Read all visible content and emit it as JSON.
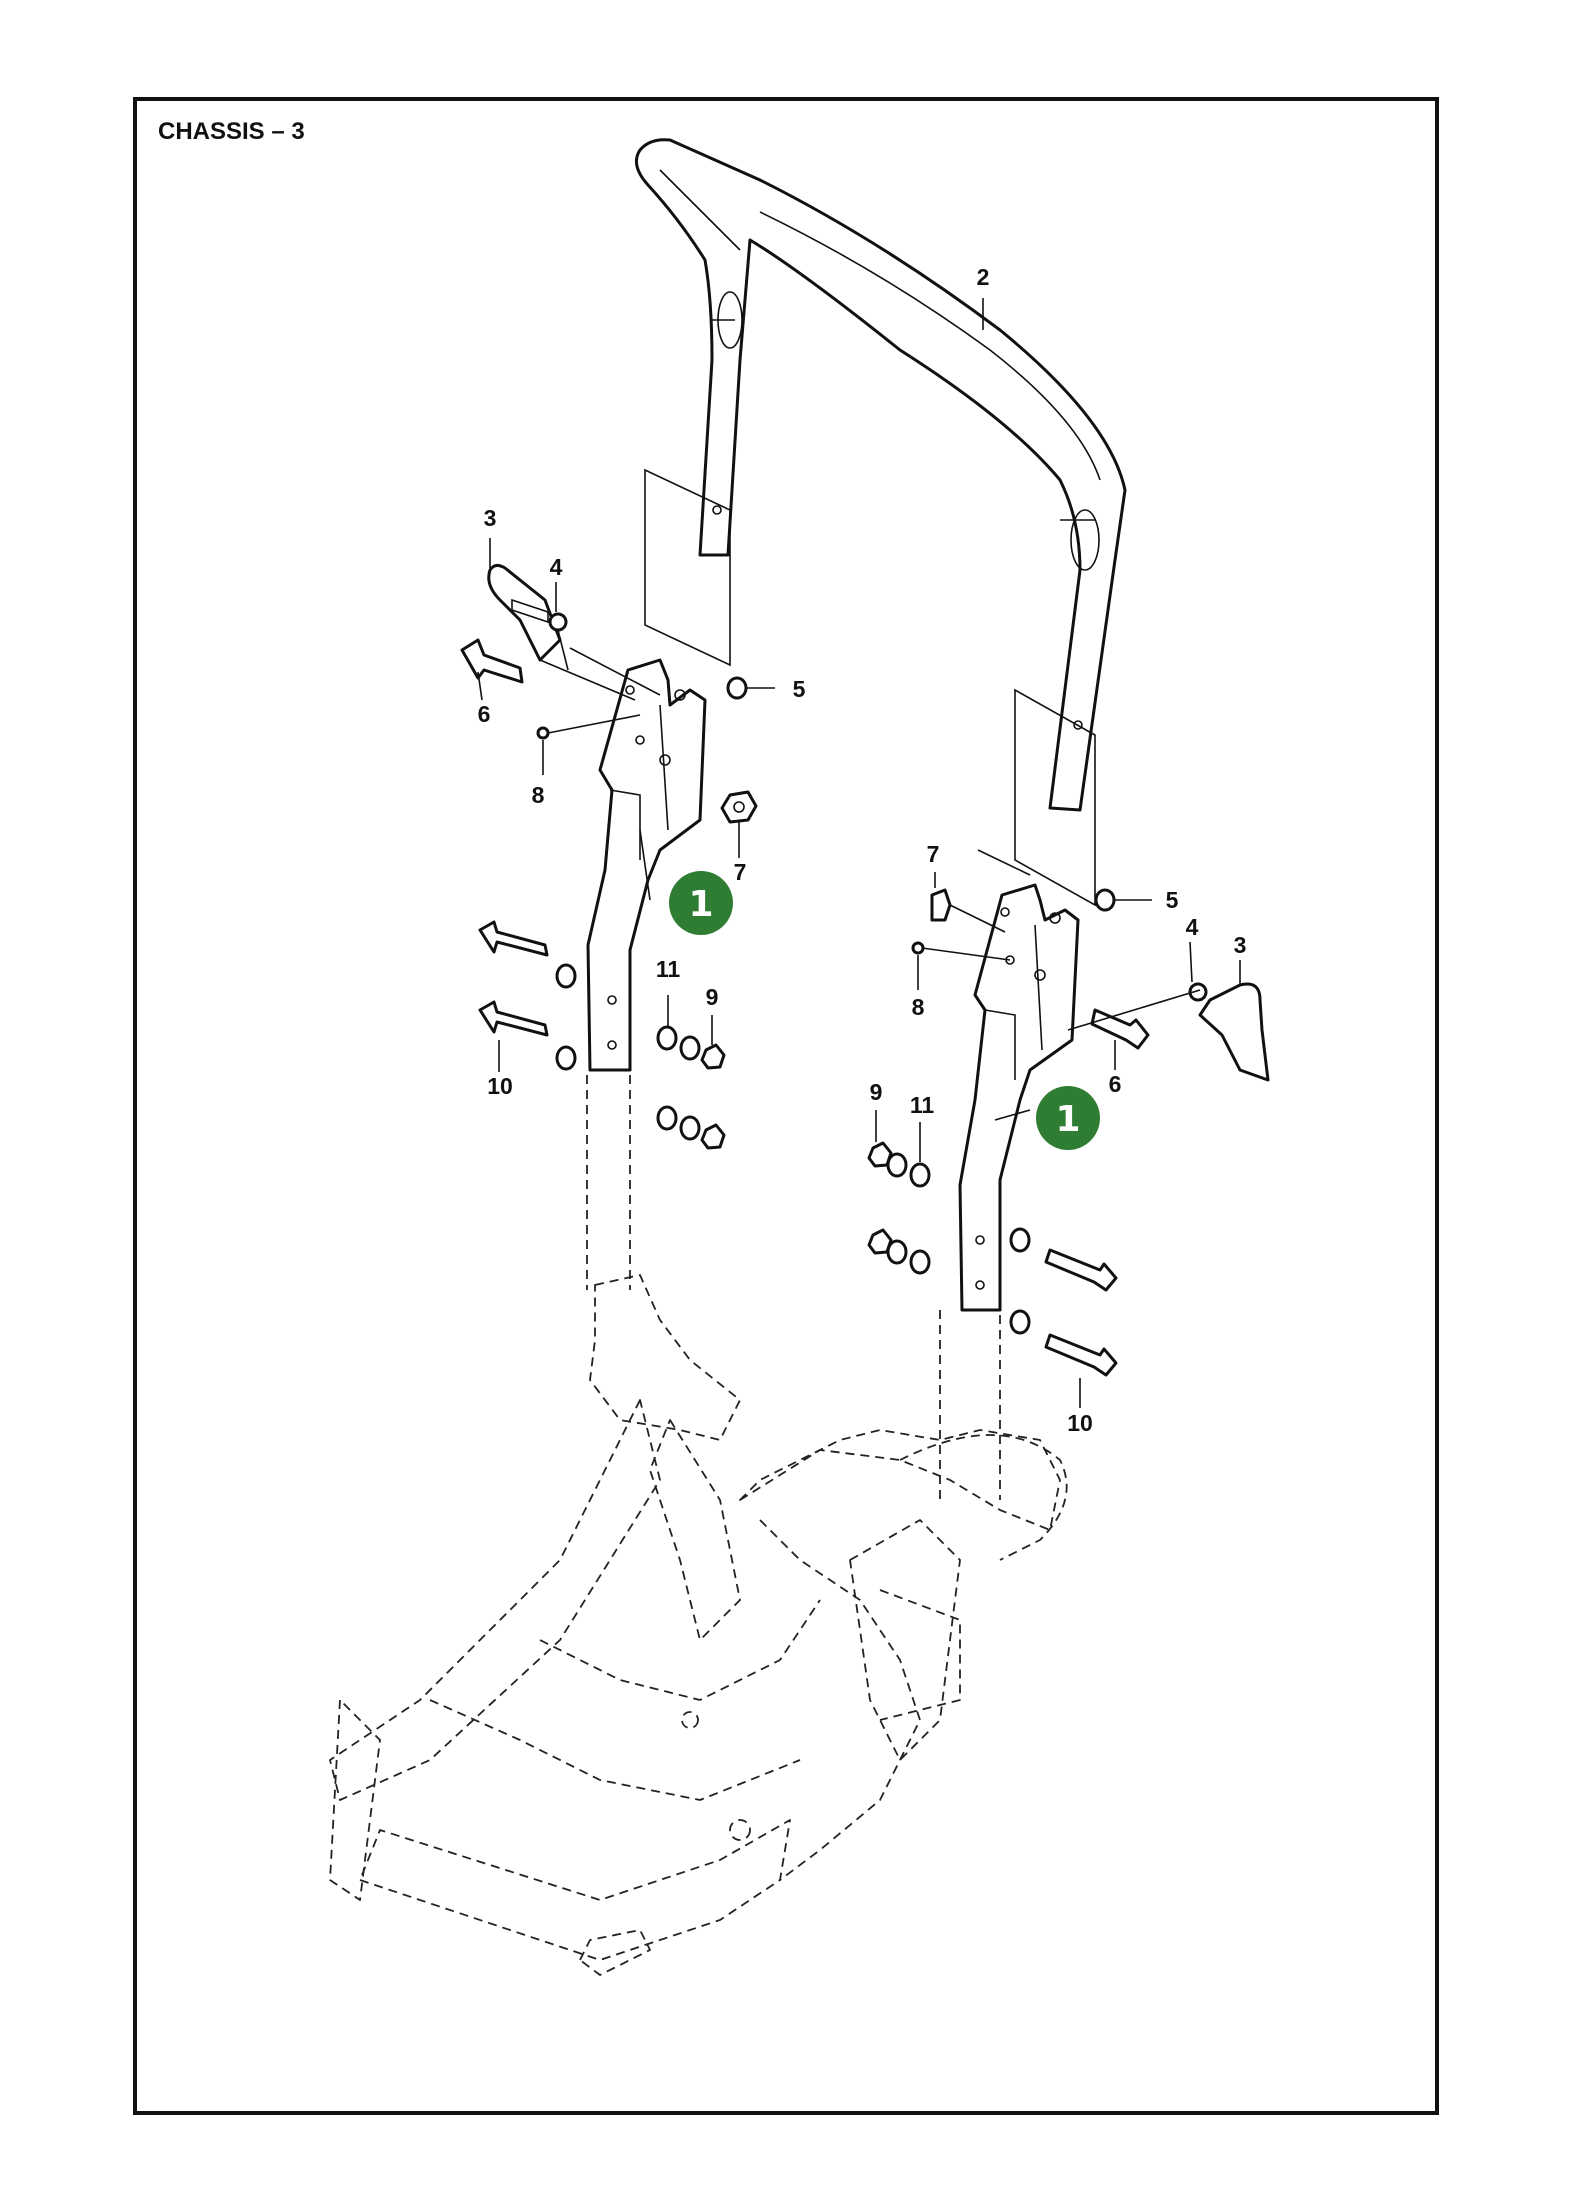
{
  "title": "CHASSIS – 3",
  "badge_color": "#2e7d32",
  "callouts": {
    "rollbar": "2",
    "left_pin": "3",
    "left_clip": "4",
    "left_spacer": "5",
    "left_bolt_upper": "6",
    "left_nut": "7",
    "left_screw": "8",
    "left_bolt_lower": "10",
    "left_washer": "11",
    "left_locknut": "9",
    "left_bracket": "1",
    "right_spacer_left": "7",
    "right_spacer": "5",
    "right_clip": "4",
    "right_pin": "3",
    "right_screw": "8",
    "right_bolt_upper": "6",
    "right_locknut": "9",
    "right_washer": "11",
    "right_bracket": "1",
    "right_bolt_lower": "10"
  }
}
